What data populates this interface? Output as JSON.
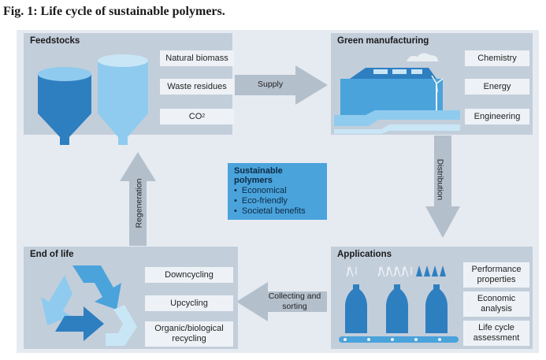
{
  "title": "Fig. 1: Life cycle of sustainable polymers.",
  "feedstocks": {
    "title": "Feedstocks",
    "items": [
      "Natural biomass",
      "Waste residues",
      "CO"
    ],
    "co2_subscript": "2"
  },
  "manufacturing": {
    "title": "Green manufacturing",
    "items": [
      "Chemistry",
      "Energy",
      "Engineering"
    ]
  },
  "end_of_life": {
    "title": "End of life",
    "items": [
      "Downcycling",
      "Upcycling",
      "Organic/biological recycling"
    ]
  },
  "applications": {
    "title": "Applications",
    "items": [
      "Performance properties",
      "Economic analysis",
      "Life cycle assessment"
    ]
  },
  "center": {
    "title": "Sustainable polymers",
    "bullets": [
      "Economical",
      "Eco-friendly",
      "Societal benefits"
    ]
  },
  "arrows": {
    "supply": "Supply",
    "distribution": "Distribution",
    "collecting": "Collecting and sorting",
    "regeneration": "Regeneration"
  },
  "colors": {
    "background": "#e6ebf1",
    "panel": "#c3cedb",
    "label_box": "#eef2f6",
    "accent_blue": "#4aa3db",
    "dark_blue": "#2e7fc0",
    "light_blue": "#8fcbee",
    "arrow_grey": "#b4bfcc"
  }
}
